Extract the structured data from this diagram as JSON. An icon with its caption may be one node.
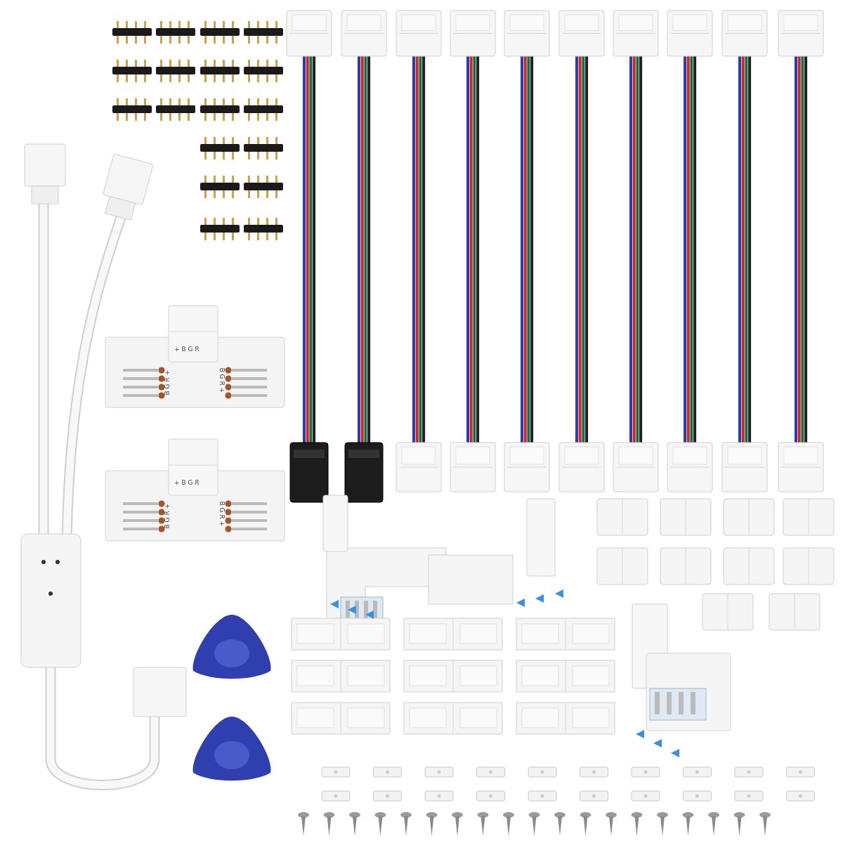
{
  "diagram": {
    "labels": [
      "+BGR",
      "BGR+",
      "BGR+",
      "+BGR",
      "BGR+",
      "BGR+"
    ]
  }
}
